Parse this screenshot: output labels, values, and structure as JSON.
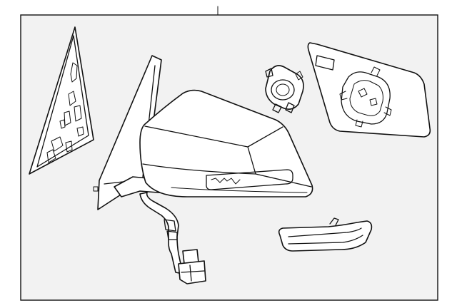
{
  "diagram": {
    "description_free": true,
    "colors": {
      "background": "#ffffff",
      "frame_fill": "#f2f2f2",
      "line": "#111111",
      "part_fill": "#ffffff"
    },
    "parts": [
      {
        "id": "inner-triangle-cover"
      },
      {
        "id": "mirror-assembly"
      },
      {
        "id": "wiring-harness"
      },
      {
        "id": "motor-actuator"
      },
      {
        "id": "mirror-glass"
      },
      {
        "id": "turn-signal-lamp"
      }
    ]
  }
}
